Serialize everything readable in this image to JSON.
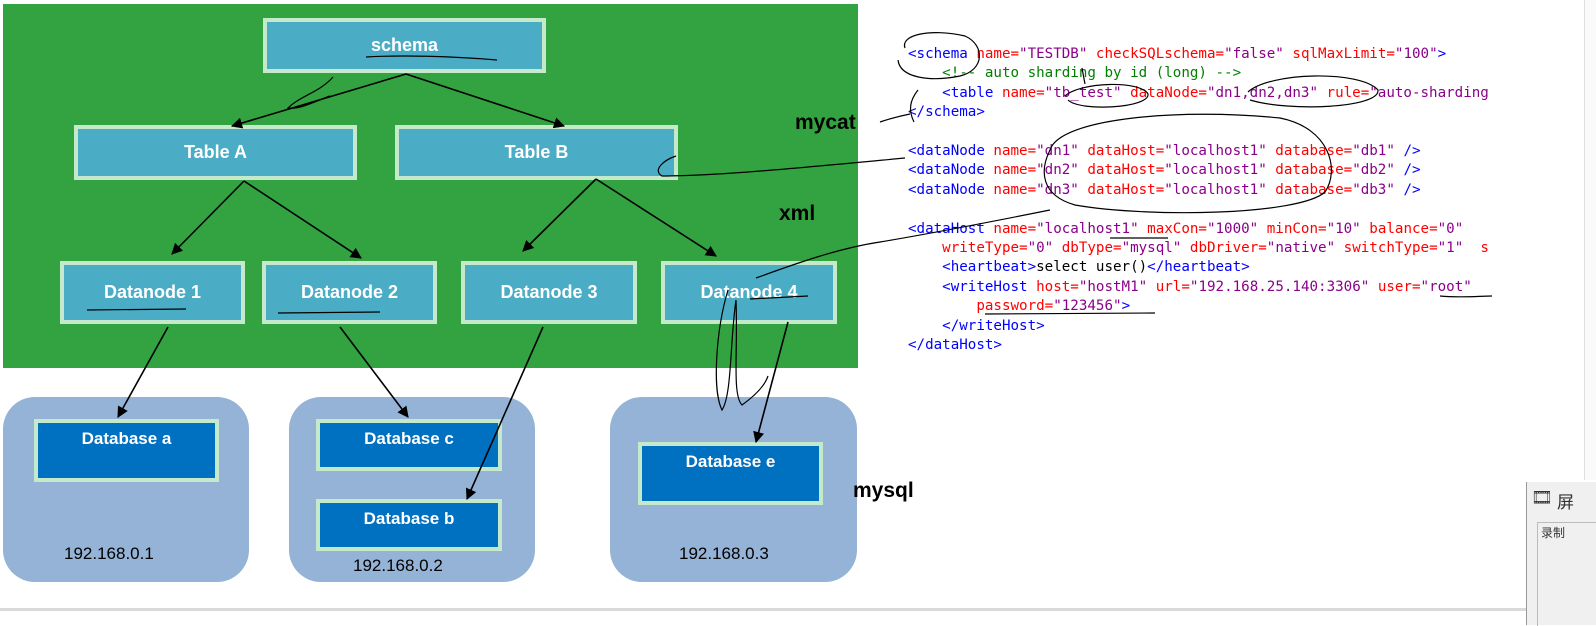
{
  "diagram": {
    "schema": "schema",
    "tables": [
      "Table A",
      "Table B"
    ],
    "datanodes": [
      "Datanode 1",
      "Datanode 2",
      "Datanode 3",
      "Datanode 4"
    ],
    "databases": {
      "a": "Database a",
      "c": "Database c",
      "b": "Database b",
      "e": "Database e"
    },
    "hosts": [
      "192.168.0.1",
      "192.168.0.2",
      "192.168.0.3"
    ],
    "labels": {
      "mycat": "mycat",
      "xml": "xml",
      "mysql": "mysql"
    },
    "colors": {
      "panel": "#33a341",
      "node": "#4bacc6",
      "database": "#0070c0",
      "host": "#94b3d7"
    }
  },
  "code": {
    "l1": {
      "open": "<schema",
      "a1": " name=",
      "v1": "\"TESTDB\"",
      "a2": " checkSQLschema=",
      "v2": "\"false\"",
      "a3": " sqlMaxLimit=",
      "v3": "\"100\"",
      "close": ">"
    },
    "l2": {
      "comment": "    <!-- auto sharding by id (long) -->"
    },
    "l3": {
      "open": "    <table",
      "a1": " name=",
      "v1": "\"tb_test\"",
      "a2": " dataNode=",
      "v2": "\"dn1,dn2,dn3\"",
      "a3": " rule=",
      "v3": "\"auto-sharding"
    },
    "l4": {
      "close": "</schema>"
    },
    "dn": [
      {
        "open": "<dataNode",
        "a1": " name=",
        "v1": "\"dn1\"",
        "a2": " dataHost=",
        "v2": "\"localhost1\"",
        "a3": " database=",
        "v3": "\"db1\"",
        "close": " />"
      },
      {
        "open": "<dataNode",
        "a1": " name=",
        "v1": "\"dn2\"",
        "a2": " dataHost=",
        "v2": "\"localhost1\"",
        "a3": " database=",
        "v3": "\"db2\"",
        "close": " />"
      },
      {
        "open": "<dataNode",
        "a1": " name=",
        "v1": "\"dn3\"",
        "a2": " dataHost=",
        "v2": "\"localhost1\"",
        "a3": " database=",
        "v3": "\"db3\"",
        "close": " />"
      }
    ],
    "dh1": {
      "open": "<dataHost",
      "a1": " name=",
      "v1": "\"localhost1\"",
      "a2": " maxCon=",
      "v2": "\"1000\"",
      "a3": " minCon=",
      "v3": "\"10\"",
      "a4": " balance=",
      "v4": "\"0\""
    },
    "dh2": {
      "indent": "    ",
      "a1": "writeType=",
      "v1": "\"0\"",
      "a2": " dbType=",
      "v2": "\"mysql\"",
      "a3": " dbDriver=",
      "v3": "\"native\"",
      "a4": " switchType=",
      "v4": "\"1\"",
      "tail": "  s"
    },
    "hb": {
      "open": "    <heartbeat>",
      "text": "select user()",
      "close": "</heartbeat>"
    },
    "wh1": {
      "open": "    <writeHost",
      "a1": " host=",
      "v1": "\"hostM1\"",
      "a2": " url=",
      "v2": "\"192.168.25.140:3306\"",
      "a3": " user=",
      "v3": "\"root\""
    },
    "wh2": {
      "indent": "        ",
      "a1": "password=",
      "v1": "\"123456\"",
      "close": ">"
    },
    "wh3": {
      "close": "    </writeHost>"
    },
    "dhc": {
      "close": "</dataHost>"
    }
  },
  "side_window": {
    "title_icon": "film-icon",
    "title": "屏",
    "label": "录制"
  }
}
